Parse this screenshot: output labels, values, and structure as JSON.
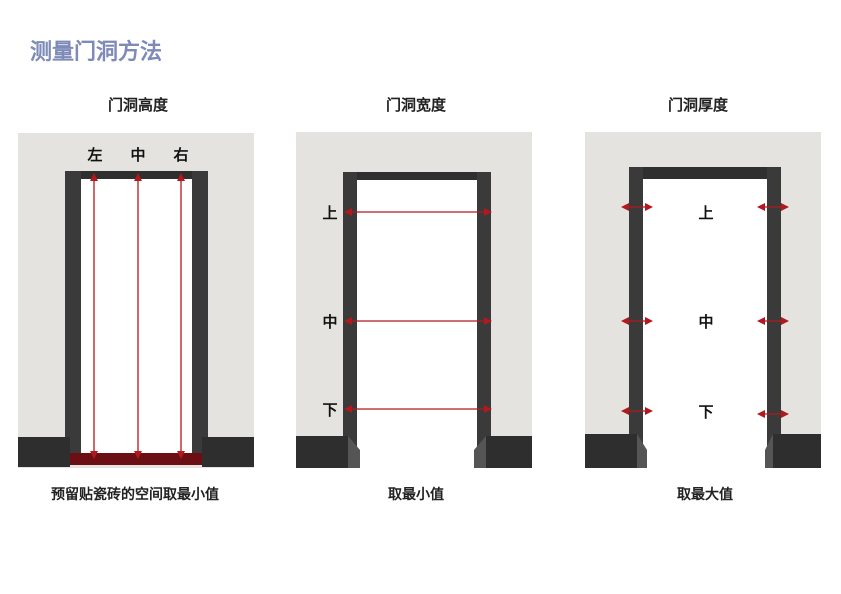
{
  "title": "测量门洞方法",
  "panels": [
    {
      "heading": "门洞高度",
      "labels": [
        "左",
        "中",
        "右"
      ],
      "caption": "预留贴瓷砖的空间取最小值"
    },
    {
      "heading": "门洞宽度",
      "labels": [
        "上",
        "中",
        "下"
      ],
      "caption": "取最小值"
    },
    {
      "heading": "门洞厚度",
      "labels": [
        "上",
        "中",
        "下"
      ],
      "caption": "取最大值"
    }
  ],
  "colors": {
    "title": "#7e8bb8",
    "arrow": "#b0191e",
    "wall": "#e4e3df",
    "frame": "#3a3a3a",
    "floor": "#2e2e2e"
  }
}
